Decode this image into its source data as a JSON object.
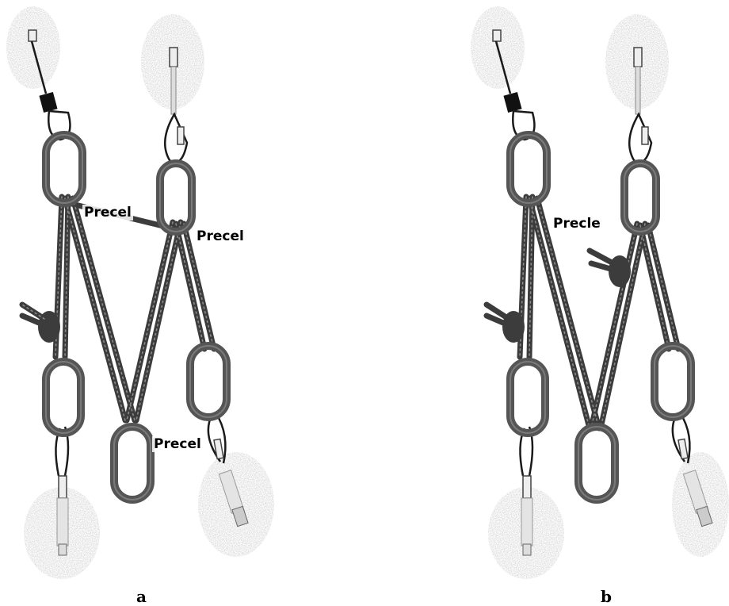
{
  "panels": [
    {
      "caption": "a",
      "labels": [
        "Precel",
        "Precel",
        "Precel"
      ]
    },
    {
      "caption": "b",
      "labels": [
        "Precle"
      ]
    }
  ],
  "colors": {
    "carabiner": "#555555",
    "carabiner_highlight": "#7a7a7a",
    "rope": "#3c3c3c",
    "rope_dash": "#8a8a8a",
    "rock": "#b3b3b3",
    "wire": "#1a1a1a"
  }
}
